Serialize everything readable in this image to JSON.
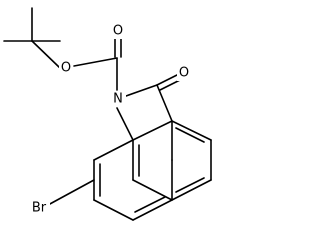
{
  "molecule": {
    "atom_labels": {
      "ester_oxygen": "O",
      "carbonyl_oxygen_boc": "O",
      "ring_nitrogen": "N",
      "lactam_oxygen": "O",
      "bromine": "Br"
    },
    "colors": {
      "bond": "#000000",
      "label": "#000000",
      "background": "#ffffff"
    }
  }
}
